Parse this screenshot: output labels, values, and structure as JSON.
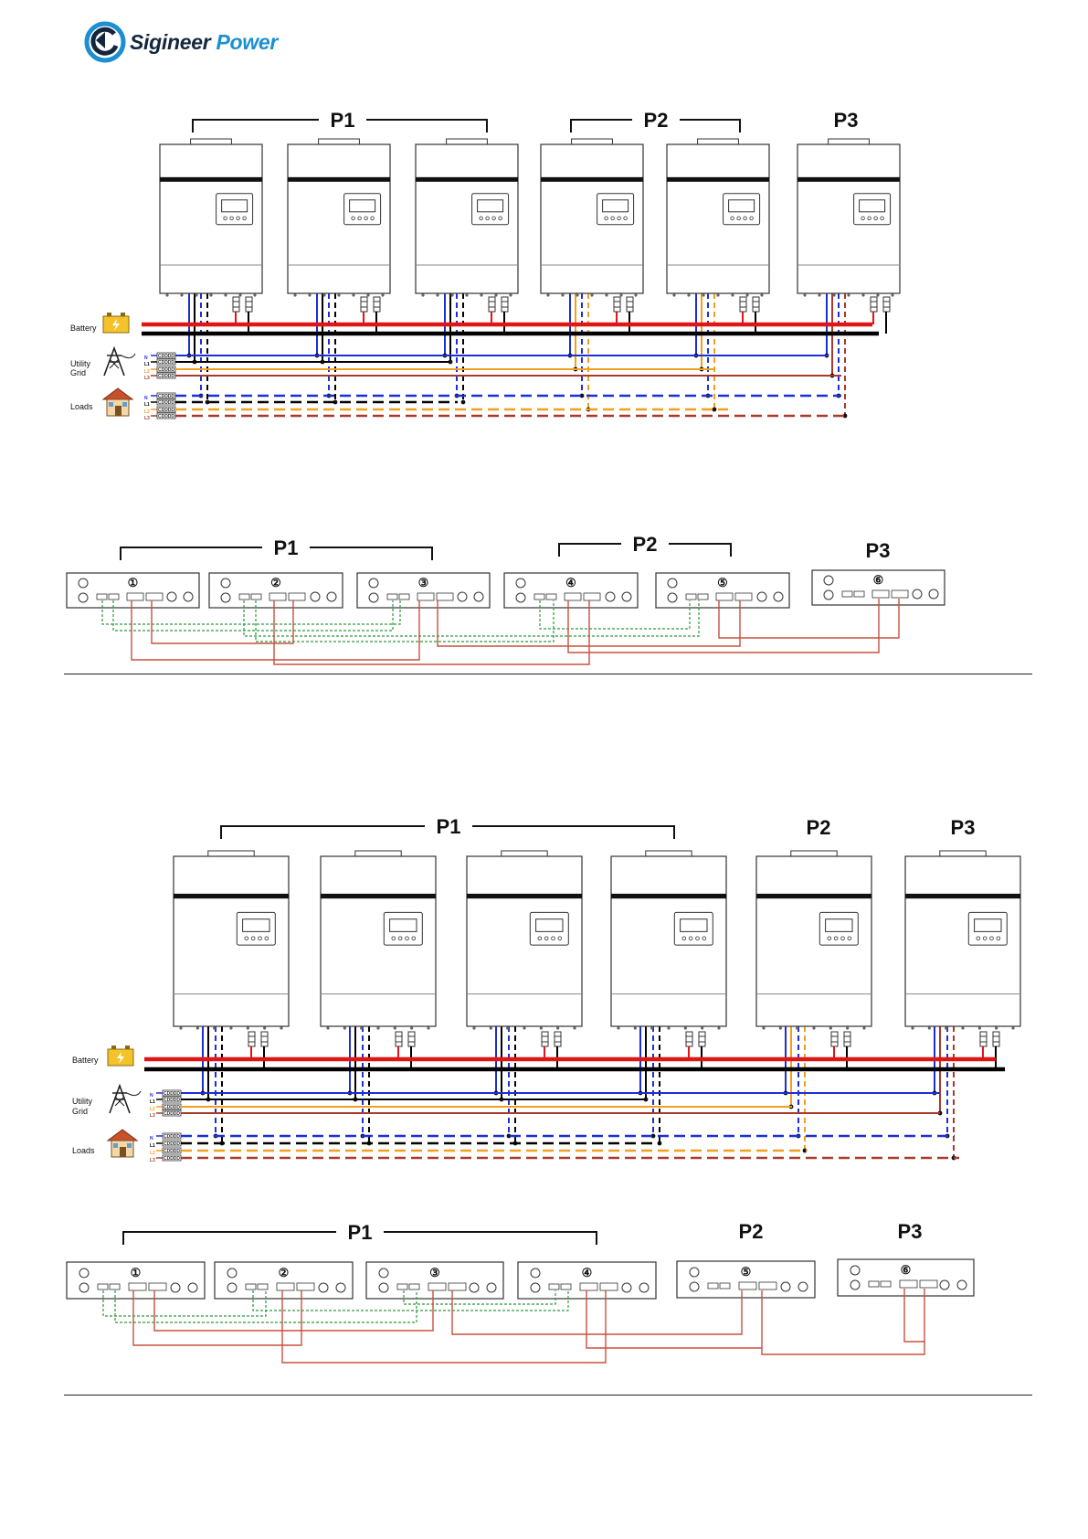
{
  "brand": {
    "name_part1": "Sigineer",
    "name_part2": " Power",
    "colors": {
      "dark": "#14263d",
      "blue": "#1c8fd0"
    }
  },
  "colors": {
    "battery_pos": "#e01515",
    "battery_neg": "#000000",
    "N": "#1c2fd6",
    "L1": "#000000",
    "L2": "#f0a020",
    "L3": "#a83a2a",
    "comm": "#2a9a3a",
    "sync": "#c8503e"
  },
  "side_labels": {
    "battery": "Battery",
    "utility_line1": "Utility",
    "utility_line2": "Grid",
    "loads": "Loads"
  },
  "phase_labels": [
    "N",
    "L1",
    "L2",
    "L3"
  ],
  "terminal_text": "CDDDD",
  "icons": [
    "battery-icon",
    "utility-pylon-icon",
    "house-icon",
    "refresh-arrow-logo-icon"
  ],
  "diagram_a": {
    "groups": [
      {
        "label": "P1"
      },
      {
        "label": "P2"
      },
      {
        "label": "P3"
      }
    ],
    "inverter_count": 6
  },
  "panels_a": {
    "groups": [
      {
        "label": "P1"
      },
      {
        "label": "P2"
      },
      {
        "label": "P3"
      }
    ],
    "units": [
      "①",
      "②",
      "③",
      "④",
      "⑤",
      "⑥"
    ]
  },
  "diagram_b": {
    "groups": [
      {
        "label": "P1"
      },
      {
        "label": "P2"
      },
      {
        "label": "P3"
      }
    ],
    "inverter_count": 6
  },
  "panels_b": {
    "groups": [
      {
        "label": "P1"
      },
      {
        "label": "P2"
      },
      {
        "label": "P3"
      }
    ],
    "units": [
      "①",
      "②",
      "③",
      "④",
      "⑤",
      "⑥"
    ]
  }
}
